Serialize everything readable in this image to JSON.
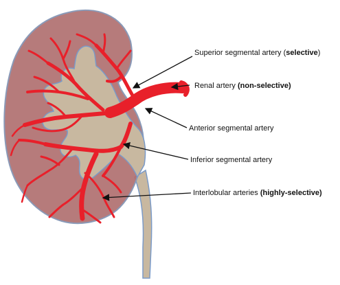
{
  "labels": {
    "superior": {
      "text": "Superior segmental artery (",
      "bold": "selective",
      "tail": ")"
    },
    "renal": {
      "text": "Renal artery ",
      "bold": "(non-selective)",
      "tail": ""
    },
    "anterior": {
      "text": "Anterior segmental artery",
      "bold": "",
      "tail": ""
    },
    "inferior": {
      "text": "Inferior segmental artery",
      "bold": "",
      "tail": ""
    },
    "interlobular": {
      "text": "Interlobular arteries ",
      "bold": "(highly-selective)",
      "tail": ""
    }
  },
  "colors": {
    "cortex_fill": "#b07070",
    "cortex_stroke": "#8a9ab8",
    "pelvis_fill": "#c8b8a0",
    "pelvis_stroke": "#7a9ac8",
    "artery": "#e8202a",
    "arrow": "#111111"
  }
}
